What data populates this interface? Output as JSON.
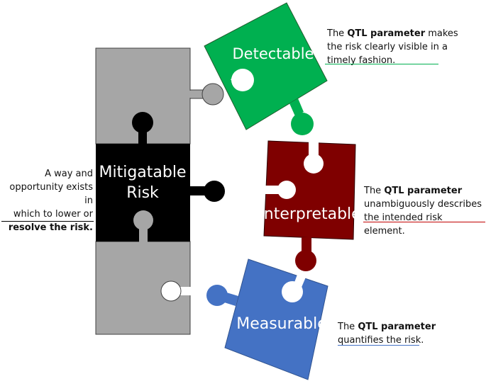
{
  "center": {
    "label_line1": "Mitigatable",
    "label_line2": "Risk",
    "note_line1": "A way and",
    "note_line2": "opportunity exists in",
    "note_line3": "which to lower or",
    "note_line4_bold": "resolve the risk."
  },
  "pieces": {
    "detectable": {
      "label": "Detectable",
      "color": "#00b050",
      "note_bold": "QTL parameter",
      "note_pre": "The ",
      "note_line1_rest": " makes",
      "note_line2": "the risk clearly visible in a",
      "note_line3": "timely fashion."
    },
    "interpretable": {
      "label": "Interpretable",
      "color": "#7f0000",
      "note_pre": "The ",
      "note_bold": "QTL parameter",
      "note_line2": "unambiguously describes",
      "note_line3": "the intended risk element."
    },
    "measurable": {
      "label": "Measurable",
      "color": "#4472c4",
      "note_pre": "The ",
      "note_bold": "QTL parameter",
      "note_line2": "quantifies the risk."
    }
  },
  "colors": {
    "gray_piece": "#a6a6a6",
    "black_piece": "#000000",
    "detectable_underline": "#00b050",
    "interpretable_underline": "#c00000",
    "measurable_underline": "#4472c4",
    "left_underline": "#000000"
  }
}
